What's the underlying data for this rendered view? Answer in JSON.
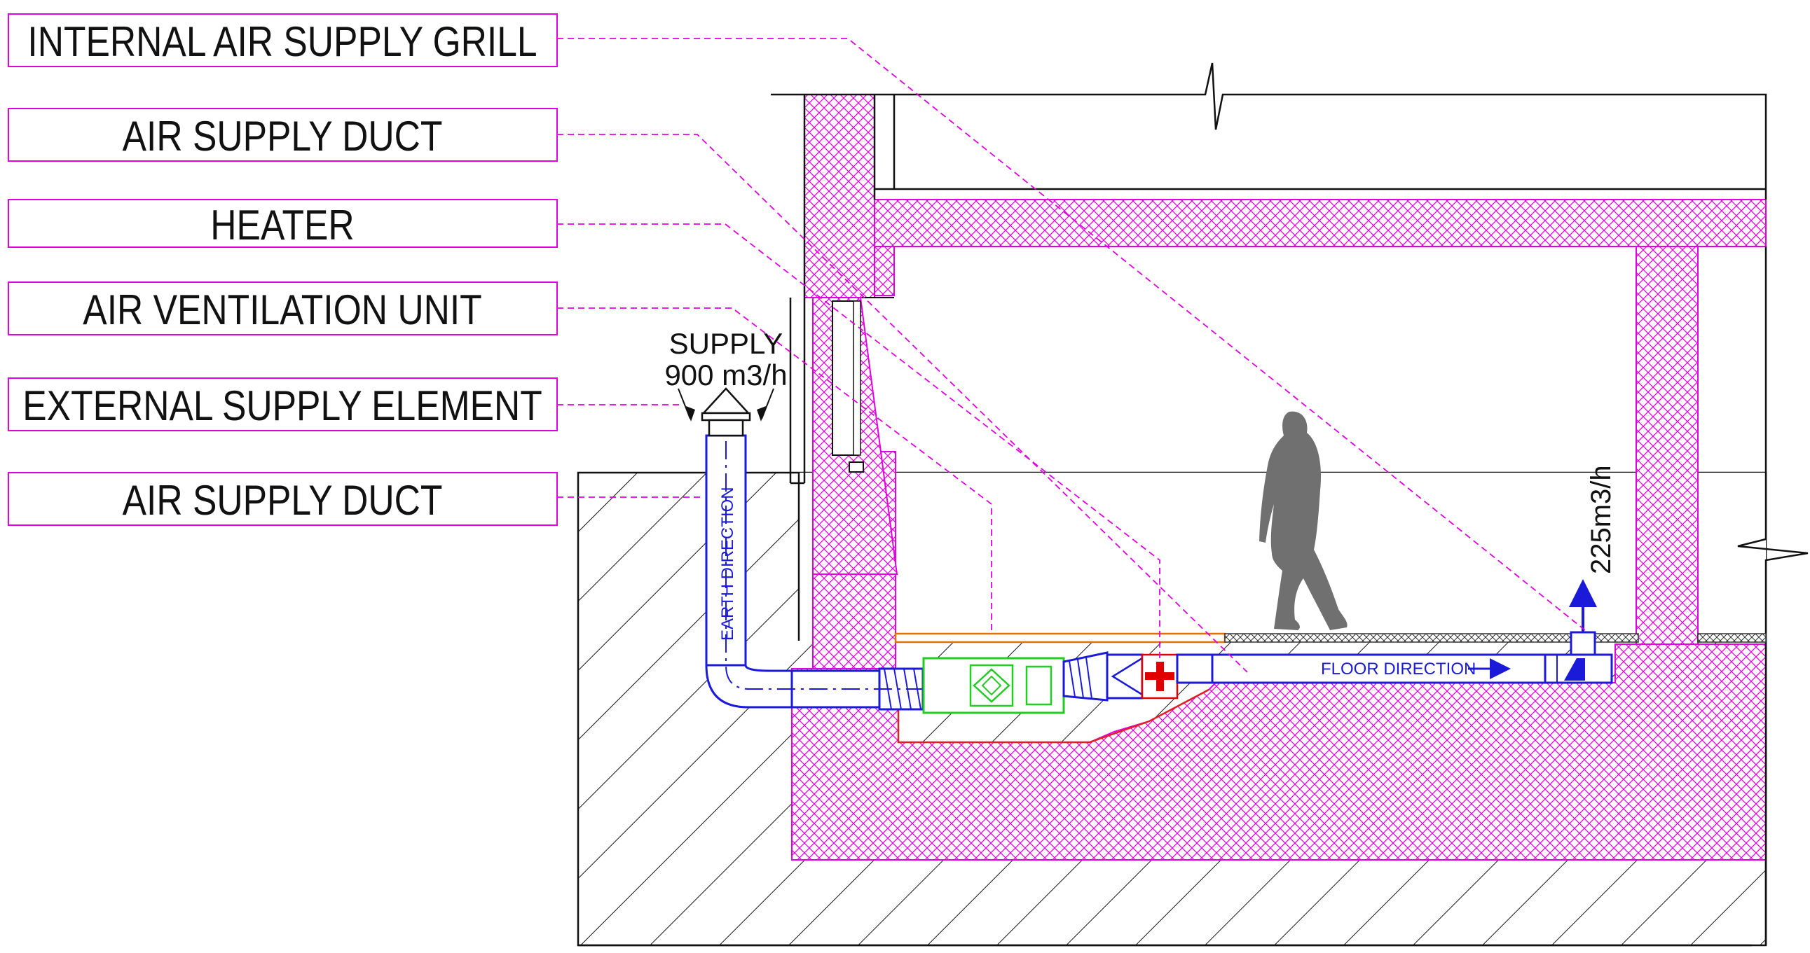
{
  "labels": [
    {
      "id": "internal-air-supply-grill",
      "text": "INTERNAL AIR SUPPLY GRILL"
    },
    {
      "id": "air-supply-duct-upper",
      "text": "AIR SUPPLY DUCT"
    },
    {
      "id": "heater",
      "text": "HEATER"
    },
    {
      "id": "air-ventilation-unit",
      "text": "AIR VENTILATION UNIT"
    },
    {
      "id": "external-supply-element",
      "text": "EXTERNAL SUPPLY ELEMENT"
    },
    {
      "id": "air-supply-duct-lower",
      "text": "AIR SUPPLY DUCT"
    }
  ],
  "annotations": {
    "supply_title": "SUPPLY",
    "supply_flow": "900 m3/h",
    "earth_direction": "EARTH DIRECTION",
    "floor_direction": "FLOOR DIRECTION",
    "grill_flow": "225m3/h"
  },
  "colors": {
    "insulation": "#e000e0",
    "duct": "#1a1ad8",
    "ventilation_unit": "#22cc22",
    "heater": "#e00000",
    "floor_finish": "#e07000"
  }
}
